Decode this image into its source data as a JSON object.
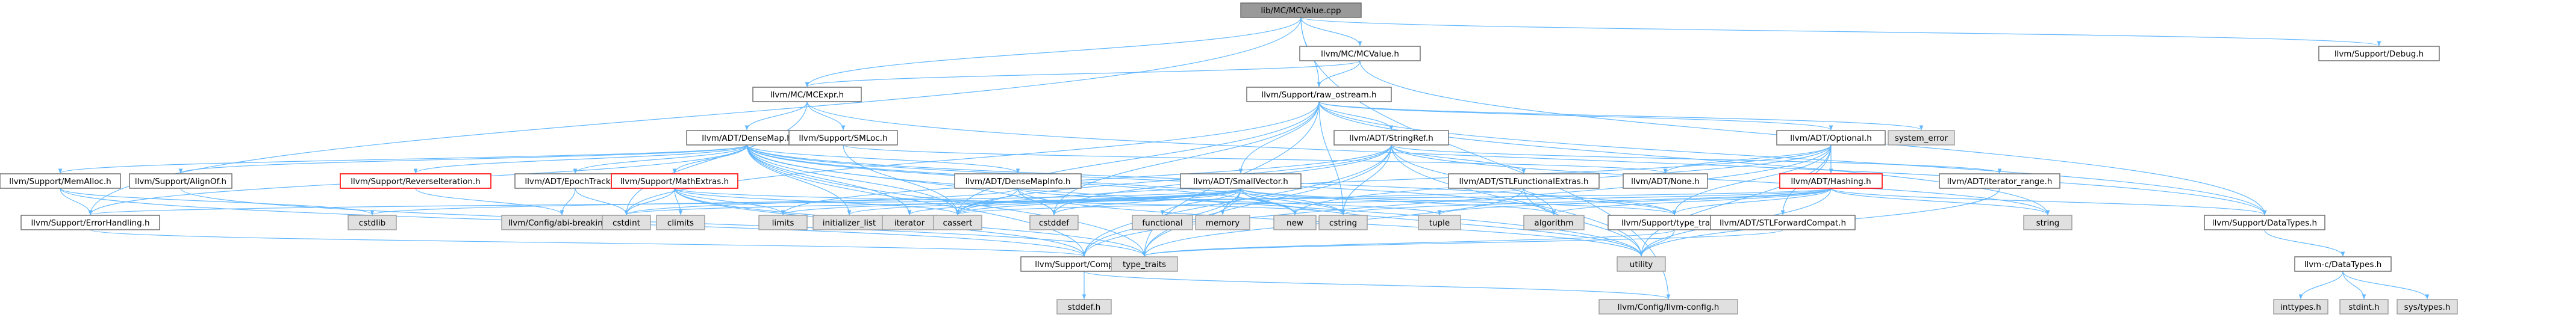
{
  "diagram": {
    "title": "",
    "colors": {
      "edge": "#63b8ff",
      "node_border": "#666666",
      "node_fill": "#ffffff",
      "external_fill": "#e0e0e0",
      "root_fill": "#999999",
      "highlight_border": "#ff0000"
    },
    "nodes": [
      {
        "id": "root",
        "label": "lib/MC/MCValue.cpp",
        "style": "root"
      },
      {
        "id": "mcvalue",
        "label": "llvm/MC/MCValue.h",
        "style": "normal"
      },
      {
        "id": "debug",
        "label": "llvm/Support/Debug.h",
        "style": "normal"
      },
      {
        "id": "mcexpr",
        "label": "llvm/MC/MCExpr.h",
        "style": "normal"
      },
      {
        "id": "raw_ostream",
        "label": "llvm/Support/raw_ostream.h",
        "style": "normal"
      },
      {
        "id": "densemap",
        "label": "llvm/ADT/DenseMap.h",
        "style": "normal"
      },
      {
        "id": "smloc",
        "label": "llvm/Support/SMLoc.h",
        "style": "normal"
      },
      {
        "id": "stringref",
        "label": "llvm/ADT/StringRef.h",
        "style": "normal"
      },
      {
        "id": "optional",
        "label": "llvm/ADT/Optional.h",
        "style": "normal"
      },
      {
        "id": "system_error",
        "label": "system_error",
        "style": "external"
      },
      {
        "id": "memalloc",
        "label": "llvm/Support/MemAlloc.h",
        "style": "normal"
      },
      {
        "id": "alignof",
        "label": "llvm/Support/AlignOf.h",
        "style": "normal"
      },
      {
        "id": "reverseiteration",
        "label": "llvm/Support/ReverseIteration.h",
        "style": "red"
      },
      {
        "id": "epochtracker",
        "label": "llvm/ADT/EpochTracker.h",
        "style": "normal"
      },
      {
        "id": "mathextras",
        "label": "llvm/Support/MathExtras.h",
        "style": "red"
      },
      {
        "id": "densemapinfo",
        "label": "llvm/ADT/DenseMapInfo.h",
        "style": "normal"
      },
      {
        "id": "smallvector",
        "label": "llvm/ADT/SmallVector.h",
        "style": "normal"
      },
      {
        "id": "stlfunctionalextras",
        "label": "llvm/ADT/STLFunctionalExtras.h",
        "style": "normal"
      },
      {
        "id": "none",
        "label": "llvm/ADT/None.h",
        "style": "normal"
      },
      {
        "id": "hashing",
        "label": "llvm/ADT/Hashing.h",
        "style": "red"
      },
      {
        "id": "iterator_range",
        "label": "llvm/ADT/iterator_range.h",
        "style": "normal"
      },
      {
        "id": "string",
        "label": "string",
        "style": "external"
      },
      {
        "id": "errorhandling",
        "label": "llvm/Support/ErrorHandling.h",
        "style": "normal"
      },
      {
        "id": "cstdlib",
        "label": "cstdlib",
        "style": "external"
      },
      {
        "id": "abibreaking",
        "label": "llvm/Config/abi-breaking.h",
        "style": "external"
      },
      {
        "id": "cstdint",
        "label": "cstdint",
        "style": "external"
      },
      {
        "id": "climits",
        "label": "climits",
        "style": "external"
      },
      {
        "id": "limits",
        "label": "limits",
        "style": "external"
      },
      {
        "id": "initializer_list",
        "label": "initializer_list",
        "style": "external"
      },
      {
        "id": "iterator",
        "label": "iterator",
        "style": "external"
      },
      {
        "id": "cassert",
        "label": "cassert",
        "style": "external"
      },
      {
        "id": "cstddef",
        "label": "cstddef",
        "style": "external"
      },
      {
        "id": "functional",
        "label": "functional",
        "style": "external"
      },
      {
        "id": "memory",
        "label": "memory",
        "style": "external"
      },
      {
        "id": "new",
        "label": "new",
        "style": "external"
      },
      {
        "id": "cstring",
        "label": "cstring",
        "style": "external"
      },
      {
        "id": "tuple",
        "label": "tuple",
        "style": "external"
      },
      {
        "id": "algorithm",
        "label": "algorithm",
        "style": "external"
      },
      {
        "id": "type_traits_h",
        "label": "llvm/Support/type_traits.h",
        "style": "normal"
      },
      {
        "id": "stlforwardcompat",
        "label": "llvm/ADT/STLForwardCompat.h",
        "style": "normal"
      },
      {
        "id": "datatypes",
        "label": "llvm/Support/DataTypes.h",
        "style": "normal"
      },
      {
        "id": "utility",
        "label": "utility",
        "style": "external"
      },
      {
        "id": "compiler",
        "label": "llvm/Support/Compiler.h",
        "style": "normal"
      },
      {
        "id": "type_traits",
        "label": "type_traits",
        "style": "external"
      },
      {
        "id": "c_datatypes",
        "label": "llvm-c/DataTypes.h",
        "style": "normal"
      },
      {
        "id": "stddef",
        "label": "stddef.h",
        "style": "external"
      },
      {
        "id": "llvm_config",
        "label": "llvm/Config/llvm-config.h",
        "style": "external"
      },
      {
        "id": "inttypes",
        "label": "inttypes.h",
        "style": "external"
      },
      {
        "id": "stdint",
        "label": "stdint.h",
        "style": "external"
      },
      {
        "id": "sys_types",
        "label": "sys/types.h",
        "style": "external"
      }
    ],
    "edges": [
      [
        "root",
        "mcvalue"
      ],
      [
        "root",
        "debug"
      ],
      [
        "root",
        "mcexpr"
      ],
      [
        "root",
        "raw_ostream"
      ],
      [
        "root",
        "llvm_config"
      ],
      [
        "root",
        "errorhandling"
      ],
      [
        "mcvalue",
        "mcexpr"
      ],
      [
        "mcvalue",
        "datatypes"
      ],
      [
        "mcvalue",
        "raw_ostream"
      ],
      [
        "mcexpr",
        "densemap"
      ],
      [
        "mcexpr",
        "smloc"
      ],
      [
        "mcexpr",
        "datatypes"
      ],
      [
        "mcexpr",
        "cstdint"
      ],
      [
        "raw_ostream",
        "stringref"
      ],
      [
        "raw_ostream",
        "optional"
      ],
      [
        "raw_ostream",
        "datatypes"
      ],
      [
        "raw_ostream",
        "system_error"
      ],
      [
        "raw_ostream",
        "cassert"
      ],
      [
        "raw_ostream",
        "cstddef"
      ],
      [
        "raw_ostream",
        "cstdint"
      ],
      [
        "raw_ostream",
        "cstring"
      ],
      [
        "raw_ostream",
        "string"
      ],
      [
        "raw_ostream",
        "type_traits"
      ],
      [
        "raw_ostream",
        "smallvector"
      ],
      [
        "densemap",
        "memalloc"
      ],
      [
        "densemap",
        "alignof"
      ],
      [
        "densemap",
        "reverseiteration"
      ],
      [
        "densemap",
        "epochtracker"
      ],
      [
        "densemap",
        "mathextras"
      ],
      [
        "densemap",
        "densemapinfo"
      ],
      [
        "densemap",
        "compiler"
      ],
      [
        "densemap",
        "errorhandling"
      ],
      [
        "densemap",
        "type_traits_h"
      ],
      [
        "densemap",
        "algorithm"
      ],
      [
        "densemap",
        "cassert"
      ],
      [
        "densemap",
        "cstddef"
      ],
      [
        "densemap",
        "cstring"
      ],
      [
        "densemap",
        "initializer_list"
      ],
      [
        "densemap",
        "iterator"
      ],
      [
        "densemap",
        "new"
      ],
      [
        "densemap",
        "type_traits"
      ],
      [
        "densemap",
        "utility"
      ],
      [
        "smloc",
        "none"
      ],
      [
        "smloc",
        "cassert"
      ],
      [
        "stringref",
        "stlfunctionalextras"
      ],
      [
        "stringref",
        "iterator_range"
      ],
      [
        "stringref",
        "compiler"
      ],
      [
        "stringref",
        "algorithm"
      ],
      [
        "stringref",
        "cassert"
      ],
      [
        "stringref",
        "cstddef"
      ],
      [
        "stringref",
        "cstring"
      ],
      [
        "stringref",
        "limits"
      ],
      [
        "stringref",
        "string"
      ],
      [
        "stringref",
        "type_traits"
      ],
      [
        "stringref",
        "utility"
      ],
      [
        "optional",
        "hashing"
      ],
      [
        "optional",
        "none"
      ],
      [
        "optional",
        "stlforwardcompat"
      ],
      [
        "optional",
        "compiler"
      ],
      [
        "optional",
        "type_traits_h"
      ],
      [
        "optional",
        "cassert"
      ],
      [
        "optional",
        "new"
      ],
      [
        "optional",
        "utility"
      ],
      [
        "memalloc",
        "compiler"
      ],
      [
        "memalloc",
        "errorhandling"
      ],
      [
        "memalloc",
        "cstdlib"
      ],
      [
        "alignof",
        "type_traits"
      ],
      [
        "reverseiteration",
        "abibreaking"
      ],
      [
        "epochtracker",
        "abibreaking"
      ],
      [
        "epochtracker",
        "cstdint"
      ],
      [
        "mathextras",
        "compiler"
      ],
      [
        "mathextras",
        "cassert"
      ],
      [
        "mathextras",
        "climits"
      ],
      [
        "mathextras",
        "cstdint"
      ],
      [
        "mathextras",
        "cstring"
      ],
      [
        "mathextras",
        "limits"
      ],
      [
        "mathextras",
        "type_traits"
      ],
      [
        "densemapinfo",
        "cassert"
      ],
      [
        "densemapinfo",
        "cstddef"
      ],
      [
        "densemapinfo",
        "cstdint"
      ],
      [
        "densemapinfo",
        "tuple"
      ],
      [
        "densemapinfo",
        "utility"
      ],
      [
        "smallvector",
        "compiler"
      ],
      [
        "smallvector",
        "type_traits_h"
      ],
      [
        "smallvector",
        "algorithm"
      ],
      [
        "smallvector",
        "cassert"
      ],
      [
        "smallvector",
        "cstddef"
      ],
      [
        "smallvector",
        "cstdlib"
      ],
      [
        "smallvector",
        "cstring"
      ],
      [
        "smallvector",
        "functional"
      ],
      [
        "smallvector",
        "initializer_list"
      ],
      [
        "smallvector",
        "iterator"
      ],
      [
        "smallvector",
        "limits"
      ],
      [
        "smallvector",
        "memory"
      ],
      [
        "smallvector",
        "new"
      ],
      [
        "smallvector",
        "type_traits"
      ],
      [
        "smallvector",
        "utility"
      ],
      [
        "stlfunctionalextras",
        "type_traits_h"
      ],
      [
        "stlfunctionalextras",
        "cstdint"
      ],
      [
        "stlfunctionalextras",
        "type_traits"
      ],
      [
        "stlfunctionalextras",
        "utility"
      ],
      [
        "hashing",
        "errorhandling"
      ],
      [
        "hashing",
        "datatypes"
      ],
      [
        "hashing",
        "type_traits_h"
      ],
      [
        "hashing",
        "algorithm"
      ],
      [
        "hashing",
        "cassert"
      ],
      [
        "hashing",
        "cstring"
      ],
      [
        "hashing",
        "string"
      ],
      [
        "hashing",
        "tuple"
      ],
      [
        "hashing",
        "utility"
      ],
      [
        "iterator_range",
        "utility"
      ],
      [
        "errorhandling",
        "compiler"
      ],
      [
        "type_traits_h",
        "type_traits"
      ],
      [
        "type_traits_h",
        "utility"
      ],
      [
        "stlforwardcompat",
        "type_traits"
      ],
      [
        "datatypes",
        "c_datatypes"
      ],
      [
        "compiler",
        "llvm_config"
      ],
      [
        "compiler",
        "stddef"
      ],
      [
        "c_datatypes",
        "inttypes"
      ],
      [
        "c_datatypes",
        "stdint"
      ],
      [
        "c_datatypes",
        "sys_types"
      ]
    ]
  }
}
